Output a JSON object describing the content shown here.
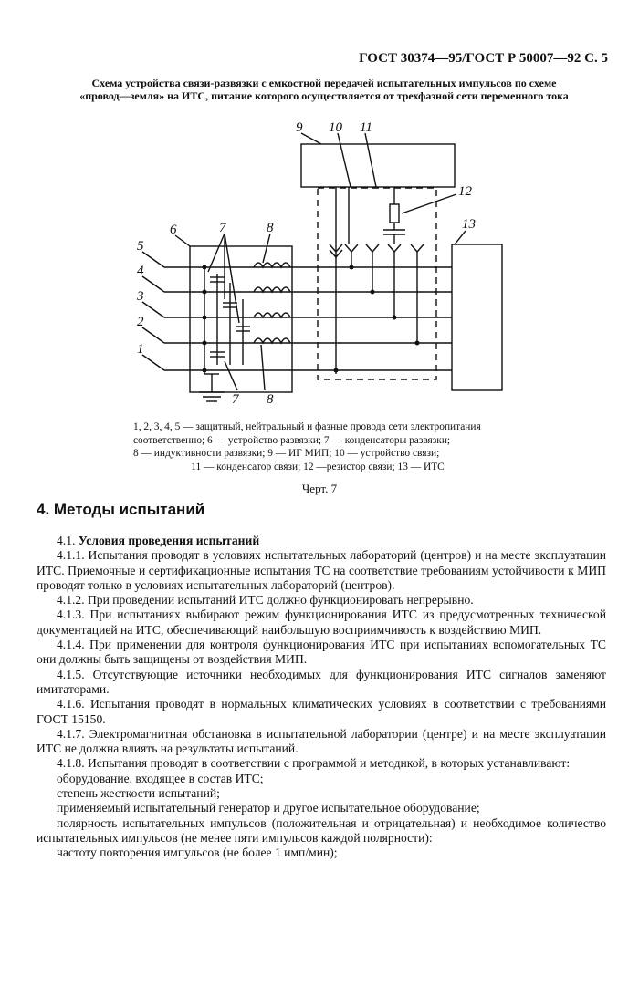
{
  "header": {
    "text": "ГОСТ 30374—95/ГОСТ Р 50007—92 С. 5"
  },
  "figure": {
    "title_line1": "Схема устройства связи-развязки с емкостной передачей испытательных импульсов по схеме",
    "title_line2": "«провод—земля» на ИТС, питание которого осуществляется от трехфазной сети переменного тока",
    "labels": {
      "n1": "1",
      "n2": "2",
      "n3": "3",
      "n4": "4",
      "n5": "5",
      "n6": "6",
      "n7": "7",
      "n8": "8",
      "n9": "9",
      "n10": "10",
      "n11": "11",
      "n12": "12",
      "n13": "13",
      "n7b": "7",
      "n8b": "8"
    },
    "legend_line1": "1, 2, 3, 4, 5 — защитный, нейтральный и фазные провода сети электропитания",
    "legend_line2": "соответственно; 6 — устройство развязки; 7 — конденсаторы развязки;",
    "legend_line3": "8 — индуктивности развязки; 9 — ИГ МИП; 10 — устройство связи;",
    "legend_line4": "11 — конденсатор связи; 12 —резистор связи; 13 — ИТС",
    "caption": "Черт. 7"
  },
  "section": {
    "title": "4. Методы испытаний"
  },
  "body": {
    "p1_num": "4.1.",
    "p1_title": "Условия проведения испытаний",
    "p2": "4.1.1. Испытания проводят в условиях испытательных лабораторий (центров) и на месте эксплуатации ИТС. Приемочные и сертификационные испытания ТС на соответствие требованиям устойчивости к МИП проводят только в условиях испытательных лабораторий (центров).",
    "p3": "4.1.2. При проведении испытаний ИТС должно функционировать непрерывно.",
    "p4": "4.1.3. При испытаниях выбирают режим функционирования ИТС из предусмотренных технической документацией на ИТС, обеспечивающий наибольшую восприимчивость к воздействию МИП.",
    "p5": "4.1.4. При применении для контроля функционирования ИТС при испытаниях вспомогательных ТС они должны быть защищены от воздействия МИП.",
    "p6": "4.1.5. Отсутствующие источники необходимых для функционирования ИТС сигналов заменяют имитаторами.",
    "p7": "4.1.6. Испытания проводят в нормальных климатических условиях в соответствии с требованиями ГОСТ 15150.",
    "p8": "4.1.7. Электромагнитная обстановка в испытательной лаборатории (центре) и на месте эксплуатации ИТС не должна влиять на результаты испытаний.",
    "p9": "4.1.8. Испытания проводят в соответствии с программой и методикой, в которых устанавливают:",
    "p10": "оборудование, входящее в состав ИТС;",
    "p11": "степень жесткости испытаний;",
    "p12": "применяемый испытательный генератор и другое испытательное оборудование;",
    "p13": "полярность испытательных импульсов (положительная и отрицательная) и необходимое количество испытательных импульсов (не менее пяти импульсов каждой полярности):",
    "p14": "частоту повторения импульсов (не более 1 имп/мин);"
  }
}
